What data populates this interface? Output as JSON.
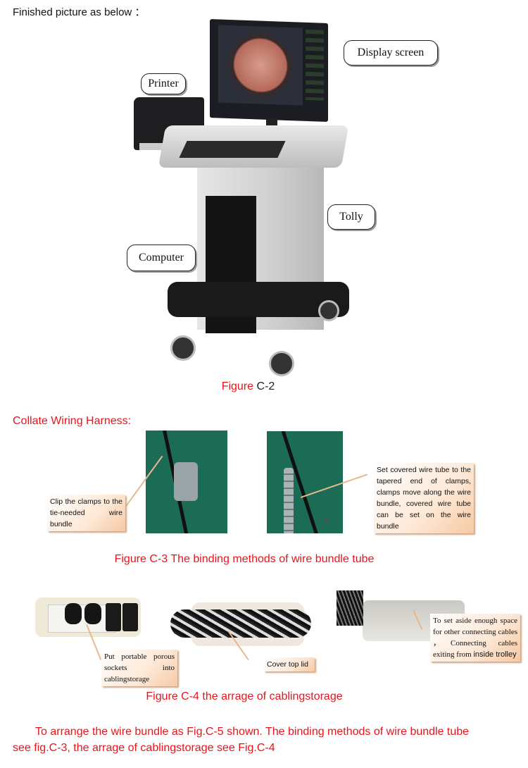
{
  "intro": "Finished picture as below ：",
  "figure_c2": {
    "callouts": {
      "printer": "Printer",
      "display": "Display screen",
      "tolly": "Tolly",
      "computer": "Computer"
    },
    "caption_prefix": "Figure",
    "caption_suffix": " C-2"
  },
  "section_title": "Collate Wiring Harness:",
  "figure_c3": {
    "note_left": "Clip the clamps to the tie-needed wire bundle",
    "note_right": "Set covered wire tube to the tapered end of clamps, clamps move along the wire bundle, covered wire tube can be set on the wire bundle",
    "caption": "Figure C-3 The binding methods of wire bundle tube"
  },
  "figure_c4": {
    "note_1": "Put portable  porous sockets into cablingstorage",
    "note_2": "Cover top lid",
    "note_3a": "To set aside enough space for other connecting cables ，Connecting cables exiting from ",
    "note_3b": "inside trolley",
    "caption": "Figure C-4 the arrage of cablingstorage"
  },
  "paragraph": "To arrange the wire bundle as Fig.C-5 shown. The binding methods of wire bundle tube see fig.C-3, the arrage of cablingstorage see Fig.C-4",
  "colors": {
    "accent_red": "#e8141c",
    "photo_green": "#1c6b55",
    "note_peach": "#f7c9a3"
  }
}
